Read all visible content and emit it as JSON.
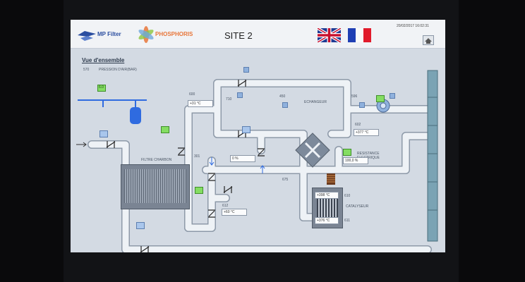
{
  "header": {
    "logo_text": "MP Filter",
    "brand_text": "PHOSPHORIS",
    "site_title": "SITE 2",
    "datetime": "20/02/2017 16:02:31",
    "lang_en": "English",
    "lang_fr": "Français"
  },
  "colors": {
    "brand": "#e8763a",
    "accent_green": "#84dd62",
    "accent_blue": "#3a6fd0",
    "pipe": "#eef2f6"
  },
  "view": {
    "title": "Vue d'ensemble"
  },
  "labels": {
    "pression_label": "PRESSION D'AIR(BAR)",
    "tag_570": "570",
    "filtre_charbon": "FILTRE CHARBON",
    "echangeur": "ECHANGEUR",
    "resistance": "RESISTANCE ELECTRIQUE",
    "catalyseur": "CATALYSEUR",
    "tag_600": "600",
    "tag_710": "710",
    "tag_450": "450",
    "tag_596": "596",
    "tag_602": "602",
    "tag_301": "301",
    "tag_675": "675",
    "tag_610": "610",
    "tag_611": "611",
    "tag_612": "612"
  },
  "readings": {
    "temp_left": "+31 °C",
    "temp_mid": "0 %",
    "temp_right": "+377 °C",
    "resistance_pct": "100,0 %",
    "temp_bottom": "+60 °C",
    "cat_top": "+398 °C",
    "cat_bottom": "+376 °C",
    "pressure": "6.0"
  }
}
